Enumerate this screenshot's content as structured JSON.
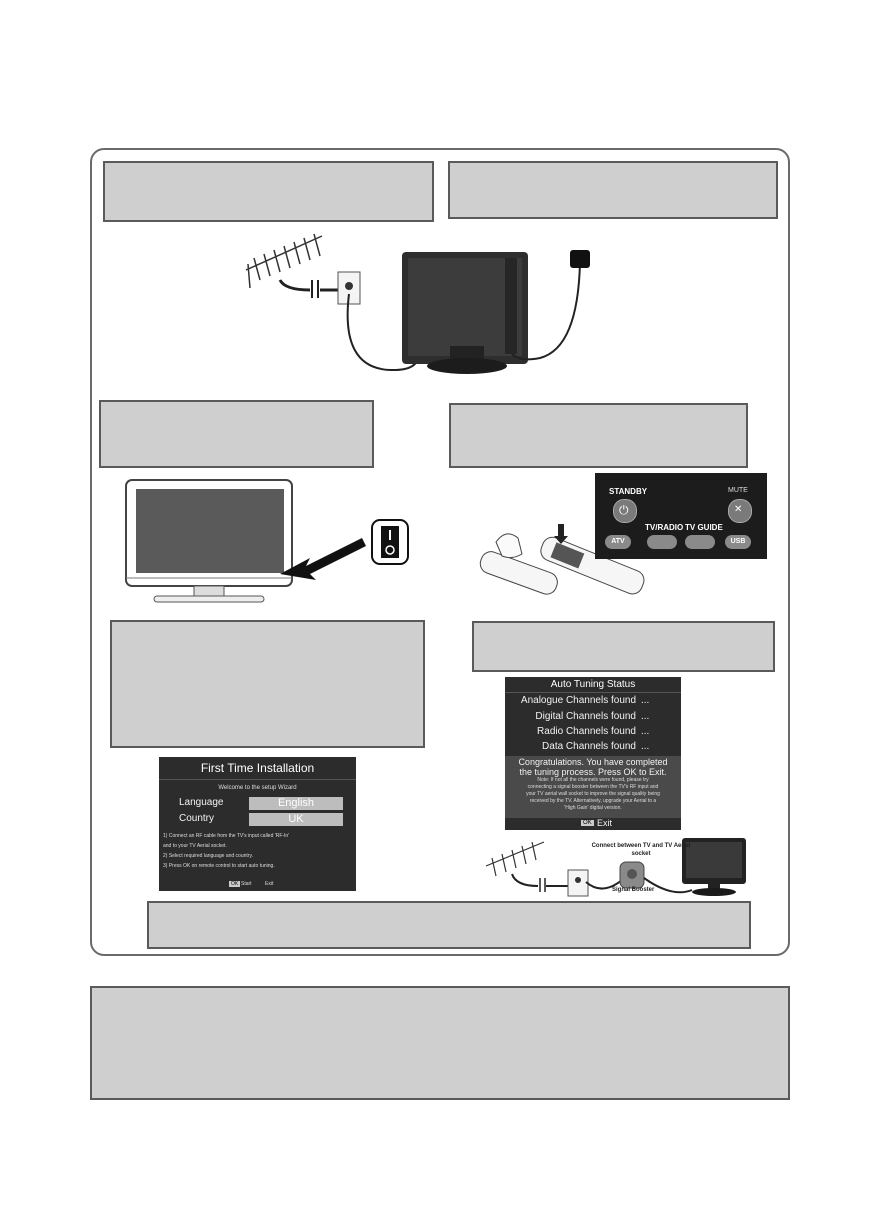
{
  "fti": {
    "title": "First Time Installation",
    "welcome": "Welcome to the setup Wizard",
    "language_label": "Language",
    "language_value": "English",
    "country_label": "Country",
    "country_value": "UK",
    "step1a": "1) Connect an RF cable from the TV's input called 'RF-In'",
    "step1b": "and to your TV Aerial socket.",
    "step2": "2) Select required language and country.",
    "step3": "3) Press OK on remote control to start auto tuning.",
    "ok_key": "OK",
    "start": "Start",
    "exit": "Exit"
  },
  "ats": {
    "title": "Auto Tuning Status",
    "rows": [
      {
        "label": "Analogue Channels found",
        "value": "..."
      },
      {
        "label": "Digital Channels found",
        "value": "..."
      },
      {
        "label": "Radio Channels found",
        "value": "..."
      },
      {
        "label": "Data Channels found",
        "value": "..."
      }
    ],
    "congrats1": "Congratulations. You have completed",
    "congrats2": "the tuning process. Press OK to Exit.",
    "note1": "Note: If not all the channels were found, please try",
    "note2": "connecting a signal booster between the TV's RF input and",
    "note3": "your TV aerial wall socket to improve the signal quality being",
    "note4": "received by the TV. Alternatively, upgrade your Aerial to a",
    "note5": "'High Gain' digital version.",
    "ok_key": "OK",
    "exit": "Exit"
  },
  "remote": {
    "standby": "STANDBY",
    "mute": "MUTE",
    "tvradio": "TV/RADIO",
    "tvguide": "TV GUIDE",
    "atv": "ATV",
    "usb": "USB"
  },
  "booster": {
    "connect_line1": "Connect between TV and TV Aerial",
    "connect_line2": "socket",
    "signal_booster": "Signal Booster"
  }
}
